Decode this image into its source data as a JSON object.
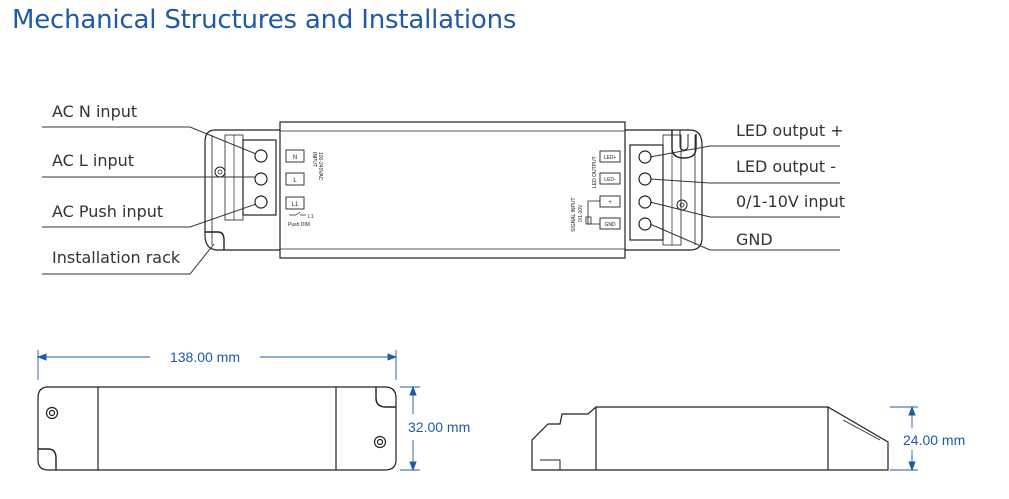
{
  "title": "Mechanical Structures and Installations",
  "left_labels": [
    "AC N input",
    "AC L input",
    "AC Push input",
    "Installation rack"
  ],
  "right_labels": [
    "LED output +",
    "LED output -",
    "0/1-10V input",
    "GND"
  ],
  "input_terminals": [
    "N",
    "L",
    "L1"
  ],
  "input_side_text": [
    "INPUT",
    "100-240VAC"
  ],
  "push_dim": {
    "line1": "L1",
    "line2": "Push DIM"
  },
  "output_terminals": [
    "LED+",
    "LED-",
    "+",
    "GND"
  ],
  "output_side_text": [
    "LED OUTPUT"
  ],
  "signal_text": [
    "SIGNAL INPUT",
    "0/1-10V"
  ],
  "dimensions": {
    "length": "138.00 mm",
    "width": "32.00 mm",
    "height": "24.00 mm"
  },
  "colors": {
    "title": "#1f5aa6",
    "dimension": "#1f5aa6",
    "line": "#333333"
  }
}
